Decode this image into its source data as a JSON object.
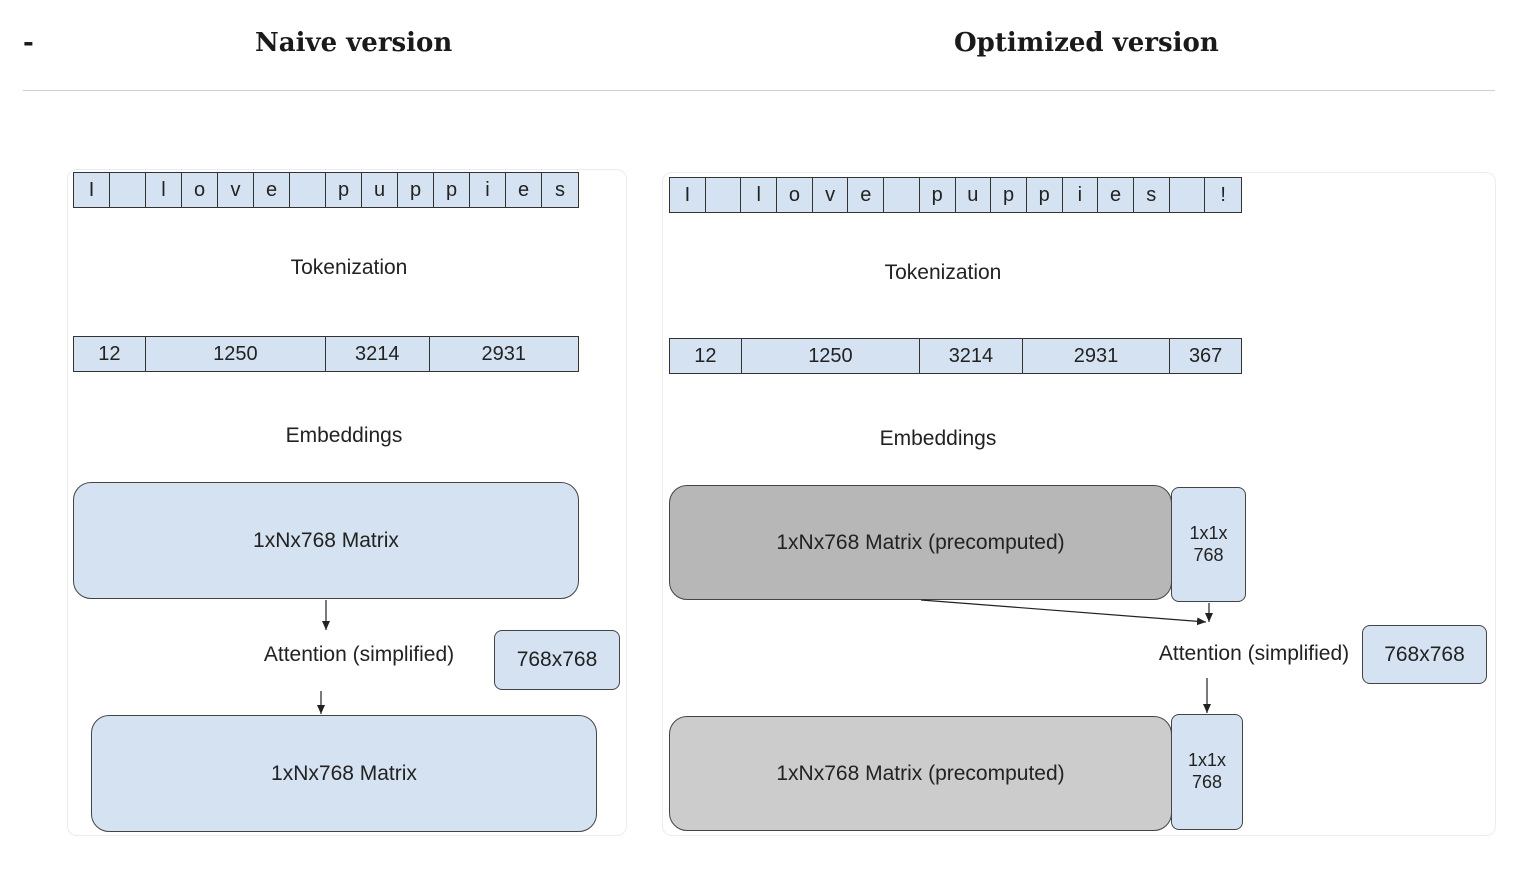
{
  "header": {
    "first_col": "-",
    "naive_title": "Naive version",
    "optimized_title": "Optimized version"
  },
  "naive": {
    "chars": [
      "I",
      "",
      "l",
      "o",
      "v",
      "e",
      "",
      "p",
      "u",
      "p",
      "p",
      "i",
      "e",
      "s"
    ],
    "tokenization_label": "Tokenization",
    "tokens": [
      "12",
      "1250",
      "3214",
      "2931"
    ],
    "embeddings_label": "Embeddings",
    "matrix_in": "1xNx768 Matrix",
    "attention_label": "Attention (simplified)",
    "weight_box": "768x768",
    "matrix_out": "1xNx768 Matrix"
  },
  "optimized": {
    "chars": [
      "I",
      "",
      "l",
      "o",
      "v",
      "e",
      "",
      "p",
      "u",
      "p",
      "p",
      "i",
      "e",
      "s",
      "",
      "!"
    ],
    "tokenization_label": "Tokenization",
    "tokens": [
      "12",
      "1250",
      "3214",
      "2931",
      "367"
    ],
    "embeddings_label": "Embeddings",
    "matrix_in": "1xNx768 Matrix (precomputed)",
    "new_vec_in": "1x1x 768",
    "attention_label": "Attention (simplified)",
    "weight_box": "768x768",
    "matrix_out": "1xNx768 Matrix (precomputed)",
    "new_vec_out": "1x1x 768"
  },
  "colors": {
    "light_blue": "#d5e2f1",
    "dark_gray": "#b7b7b7",
    "light_gray": "#cccccc"
  }
}
